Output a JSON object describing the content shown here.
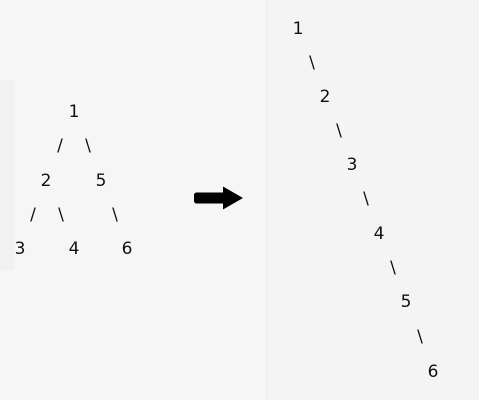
{
  "before_tree": {
    "nodes": [
      "1",
      "2",
      "5",
      "3",
      "4",
      "6"
    ],
    "edges": [
      "/",
      "\\",
      "/",
      "\\",
      "\\"
    ]
  },
  "after_tree": {
    "nodes": [
      "1",
      "2",
      "3",
      "4",
      "5",
      "6"
    ],
    "edges": [
      "\\",
      "\\",
      "\\",
      "\\",
      "\\"
    ]
  },
  "transform_arrow_icon": "right-arrow-icon"
}
